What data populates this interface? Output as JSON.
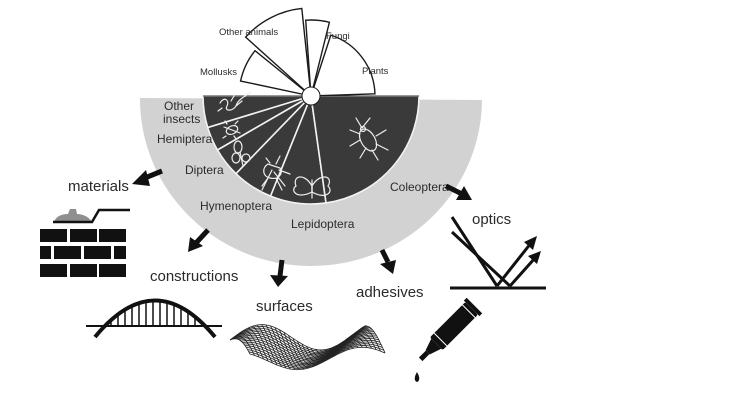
{
  "diagram": {
    "title": "",
    "colors": {
      "background": "#ffffff",
      "ring": "#d2d2d2",
      "insect_wedge": "#3a3a3a",
      "outline": "#1a1a1a",
      "icon": "#111111",
      "mortar": "#8f8f8f"
    },
    "other_groups": [
      {
        "id": "mollusks",
        "label": "Mollusks"
      },
      {
        "id": "other-animals",
        "label": "Other animals"
      },
      {
        "id": "fungi",
        "label": "Fungi"
      },
      {
        "id": "plants",
        "label": "Plants"
      }
    ],
    "insect_orders": [
      {
        "id": "other-insects",
        "label_line1": "Other",
        "label_line2": "insects",
        "icon": "generic-insect-icon"
      },
      {
        "id": "hemiptera",
        "label": "Hemiptera",
        "icon": "bug-icon"
      },
      {
        "id": "diptera",
        "label": "Diptera",
        "icon": "fly-icon"
      },
      {
        "id": "hymenoptera",
        "label": "Hymenoptera",
        "icon": "wasp-icon"
      },
      {
        "id": "lepidoptera",
        "label": "Lepidoptera",
        "icon": "butterfly-icon"
      },
      {
        "id": "coleoptera",
        "label": "Coleoptera",
        "icon": "beetle-icon"
      }
    ],
    "applications": [
      {
        "id": "materials",
        "label": "materials",
        "icon": "brick-wall-icon"
      },
      {
        "id": "constructions",
        "label": "constructions",
        "icon": "arch-bridge-icon"
      },
      {
        "id": "surfaces",
        "label": "surfaces",
        "icon": "wavy-mesh-surface-icon"
      },
      {
        "id": "adhesives",
        "label": "adhesives",
        "icon": "glue-tube-icon"
      },
      {
        "id": "optics",
        "label": "optics",
        "icon": "light-reflection-icon"
      }
    ]
  }
}
